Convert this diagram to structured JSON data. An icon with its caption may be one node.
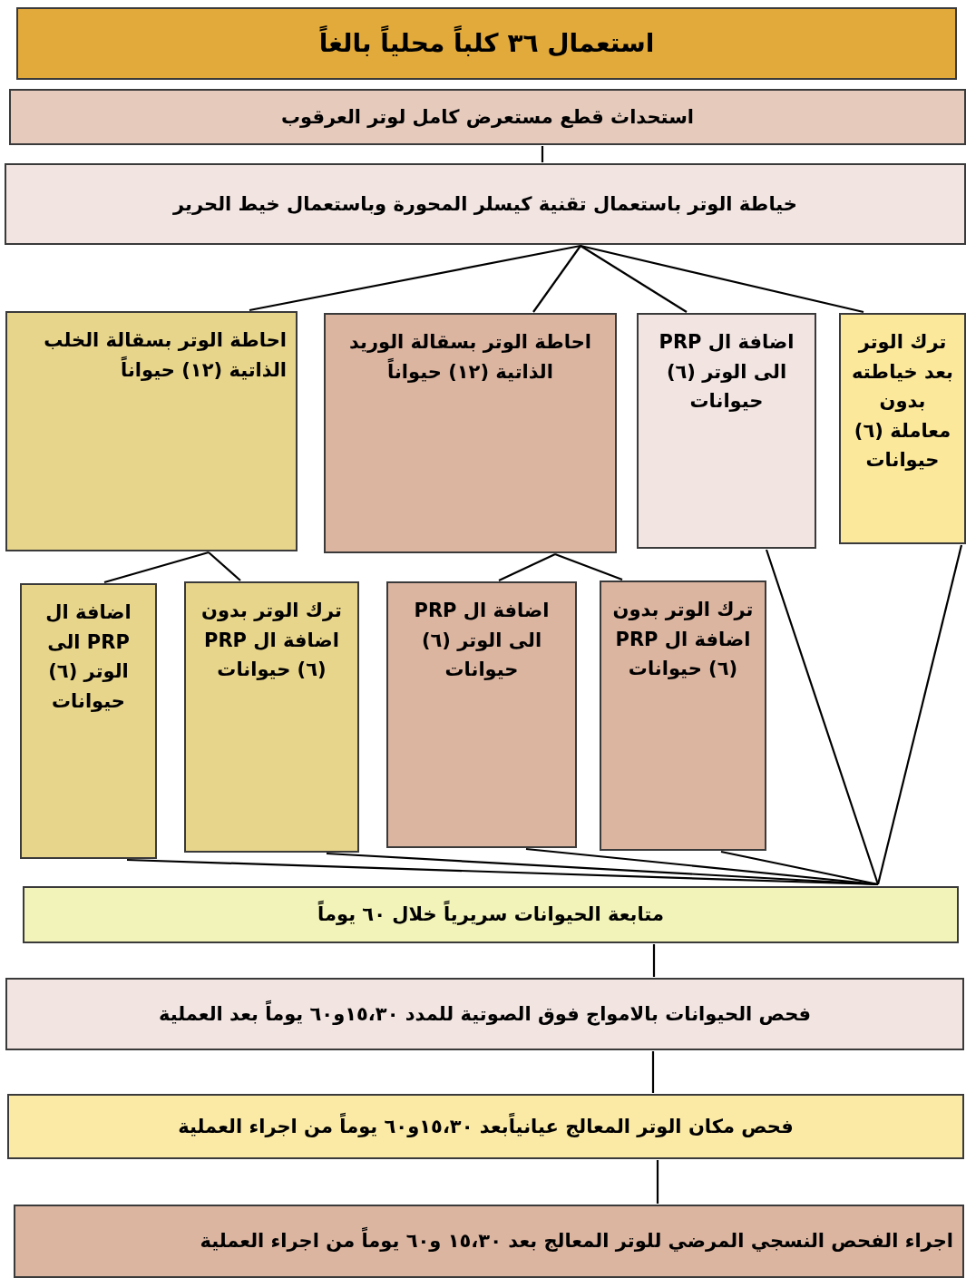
{
  "diagram": {
    "nodes": [
      {
        "text": [
          "استعمال ٣٦ كلباً محلياً بالغاً"
        ]
      },
      {
        "text": [
          "استحداث قطع مستعرض كامل لوتر العرقوب"
        ]
      },
      {
        "text": [
          "خياطة الوتر باستعمال تقنية كيسلر المحورة وباستعمال خيط الحرير"
        ]
      },
      {
        "text": [
          "احاطة الوتر بسقالة الخلب الذاتية (١٢) حيواناً"
        ]
      },
      {
        "text": [
          "احاطة الوتر بسقالة الوريد الذاتية (١٢) حيواناً"
        ]
      },
      {
        "text": [
          "اضافة ال PRP الى الوتر (٦) حيوانات"
        ]
      },
      {
        "text": [
          "ترك الوتر بعد خياطته بدون معاملة (٦) حيوانات"
        ]
      },
      {
        "text": [
          "اضافة ال PRP الى الوتر (٦) حيوانات"
        ]
      },
      {
        "text": [
          "ترك الوتر بدون اضافة ال PRP (٦) حيوانات"
        ]
      },
      {
        "text": [
          "اضافة ال PRP الى الوتر (٦) حيوانات"
        ]
      },
      {
        "text": [
          "ترك الوتر بدون اضافة ال PRP (٦) حيوانات"
        ]
      },
      {
        "text": [
          "متابعة الحيوانات سريرياً خلال ٦٠ يوماً"
        ]
      },
      {
        "text": [
          "فحص الحيوانات بالامواج فوق الصوتية للمدد ١٥،٣٠و٦٠ يوماً بعد العملية"
        ]
      },
      {
        "text": [
          "فحص مكان الوتر المعالج عيانياًبعد ١٥،٣٠و٦٠ يوماً من اجراء العملية"
        ]
      },
      {
        "text": [
          "اجراء الفحص النسجي المرضي للوتر المعالج بعد ١٥،٣٠ و٦٠ يوماً من اجراء العملية"
        ]
      }
    ],
    "edges": [
      {
        "from": 1,
        "to": 2,
        "arrow": "none"
      },
      {
        "from": 2,
        "to": 3,
        "arrow": "none"
      },
      {
        "from": 2,
        "to": 4,
        "arrow": "none"
      },
      {
        "from": 2,
        "to": 5,
        "arrow": "none"
      },
      {
        "from": 2,
        "to": 6,
        "arrow": "none"
      },
      {
        "from": 3,
        "to": 7,
        "arrow": "none"
      },
      {
        "from": 3,
        "to": 8,
        "arrow": "none"
      },
      {
        "from": 4,
        "to": 9,
        "arrow": "none"
      },
      {
        "from": 4,
        "to": 10,
        "arrow": "none"
      },
      {
        "from": 7,
        "to": 11,
        "arrow": "none"
      },
      {
        "from": 8,
        "to": 11,
        "arrow": "none"
      },
      {
        "from": 9,
        "to": 11,
        "arrow": "none"
      },
      {
        "from": 10,
        "to": 11,
        "arrow": "none"
      },
      {
        "from": 5,
        "to": 11,
        "arrow": "none"
      },
      {
        "from": 6,
        "to": 11,
        "arrow": "none"
      },
      {
        "from": 11,
        "to": 12,
        "arrow": "none"
      },
      {
        "from": 12,
        "to": 13,
        "arrow": "none"
      },
      {
        "from": 13,
        "to": 14,
        "arrow": "none"
      }
    ]
  }
}
